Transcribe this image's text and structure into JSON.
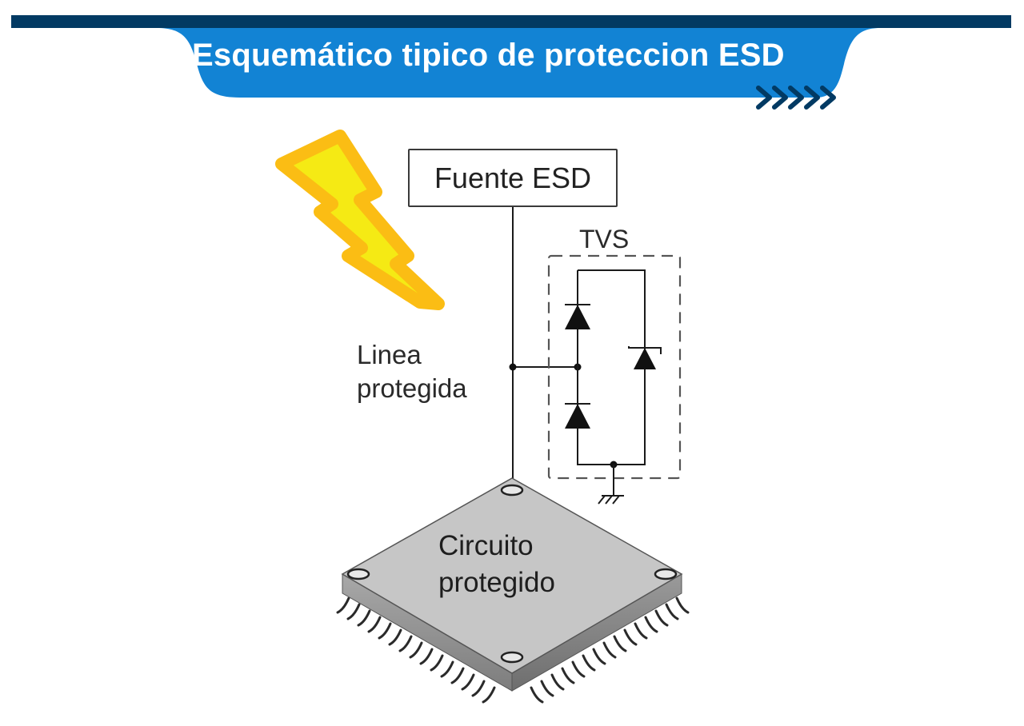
{
  "header": {
    "title": "Esquemático tipico de proteccion ESD",
    "chevrons_icon": "double-chevron-right-icon",
    "colors": {
      "top_bar": "#023a63",
      "banner": "#1283d4",
      "chevrons": "#023a63",
      "title_text": "#ffffff"
    }
  },
  "diagram": {
    "source_box_label": "Fuente ESD",
    "tvs_label": "TVS",
    "line_label_1": "Linea",
    "line_label_2": "protegida",
    "chip_label_1": "Circuito",
    "chip_label_2": "protegido",
    "lightning_icon": "lightning-bolt-icon",
    "components": [
      "diode-top",
      "diode-bottom",
      "zener-diode",
      "ground-symbol",
      "junction-dots"
    ],
    "colors": {
      "lightning_outer": "#fbbd14",
      "lightning_inner": "#f5ea14",
      "chip_top": "#c6c6c6",
      "wire": "#1a1a1a"
    }
  }
}
